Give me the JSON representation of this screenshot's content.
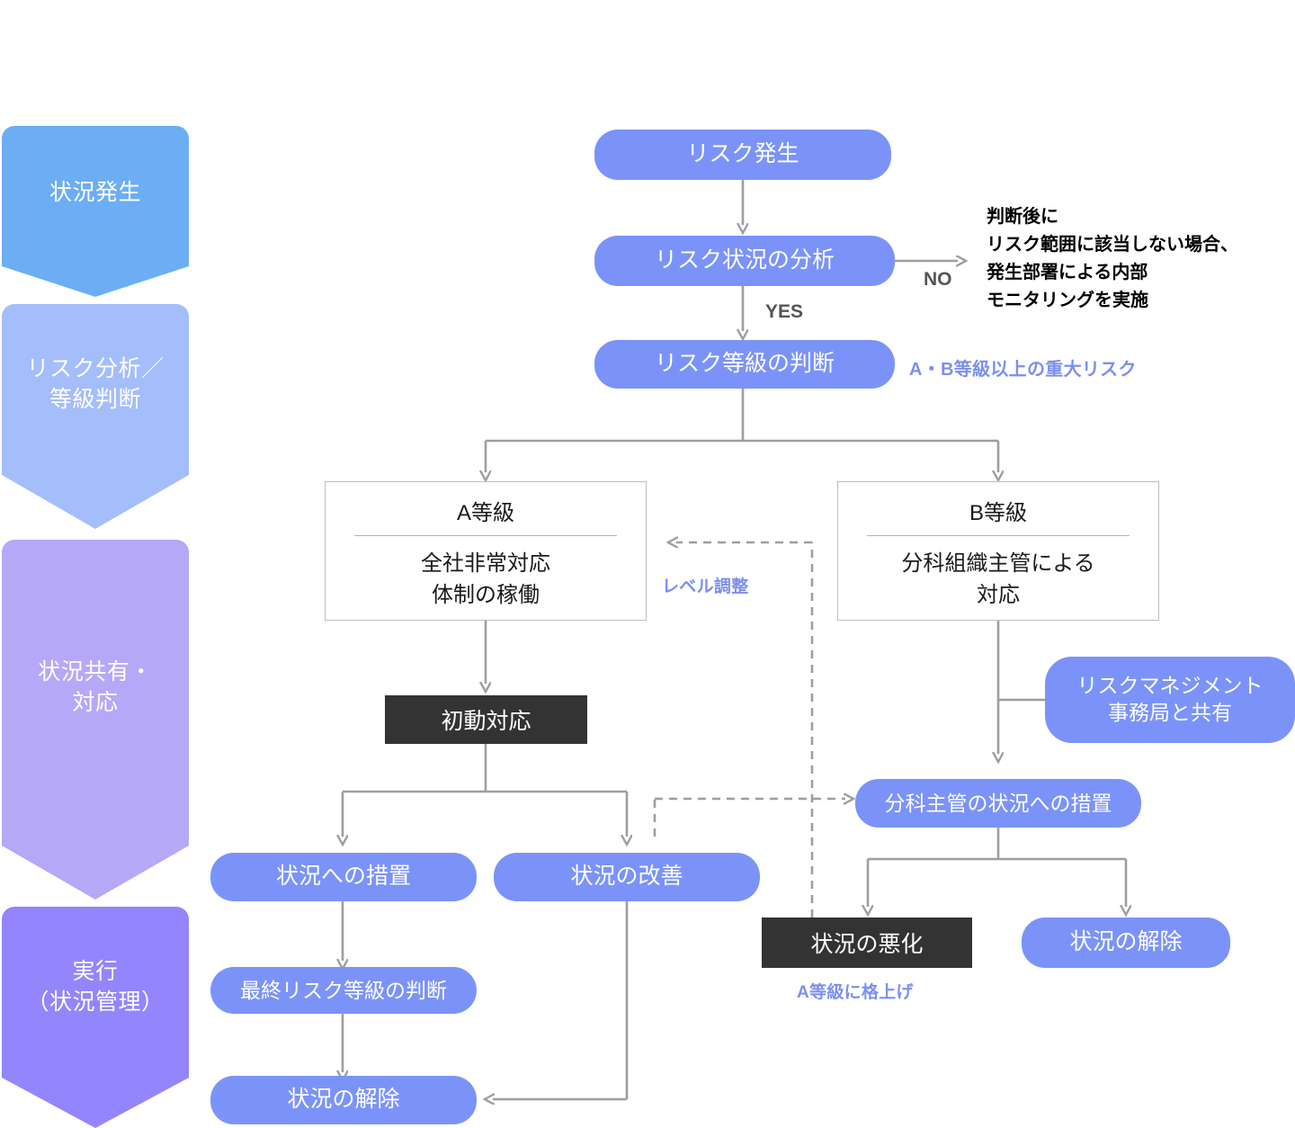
{
  "meta": {
    "title": "リスク対応フロー",
    "colors": {
      "node_blue": "#7b93f8",
      "dark": "#333333",
      "accent_blue": "#7b8ff0",
      "line_gray": "#9e9e9e",
      "phase_1": "#6cadf3",
      "phase_2": "#a4bdfb",
      "phase_3": "#b5a8f7",
      "phase_4": "#9385fb"
    }
  },
  "phases": [
    {
      "id": "phase-occurrence",
      "label": "状況発生",
      "color": "#6cadf3"
    },
    {
      "id": "phase-analysis",
      "label": "リスク分析／\n等級判断",
      "color": "#a4bdfb"
    },
    {
      "id": "phase-share",
      "label": "状況共有・\n対応",
      "color": "#b5a8f7"
    },
    {
      "id": "phase-execute",
      "label": "実行\n（状況管理）",
      "color": "#9385fb"
    }
  ],
  "nodes": {
    "risk_occurrence": "リスク発生",
    "risk_analysis": "リスク状況の分析",
    "risk_grade_decision": "リスク等級の判断",
    "grade_a_title": "A等級",
    "grade_a_body": "全社非常対応\n体制の稼働",
    "grade_b_title": "B等級",
    "grade_b_body": "分科組織主管による\n対応",
    "initial_response": "初動対応",
    "rm_office_share": "リスクマネジメント\n事務局と共有",
    "subcommittee_measure": "分科主管の状況への措置",
    "measure_for_situation": "状況への措置",
    "situation_improvement": "状況の改善",
    "final_grade_decision": "最終リスク等級の判断",
    "situation_release_left": "状況の解除",
    "situation_worsening": "状況の悪化",
    "situation_release_right": "状況の解除"
  },
  "labels": {
    "yes": "YES",
    "no": "NO",
    "no_note": "判断後に\nリスク範囲に該当しない場合、\n発生部署による内部\nモニタリングを実施",
    "grade_note": "A・B等級以上の重大リスク",
    "level_adjust": "レベル調整",
    "upgrade_to_a": "A等級に格上げ"
  }
}
